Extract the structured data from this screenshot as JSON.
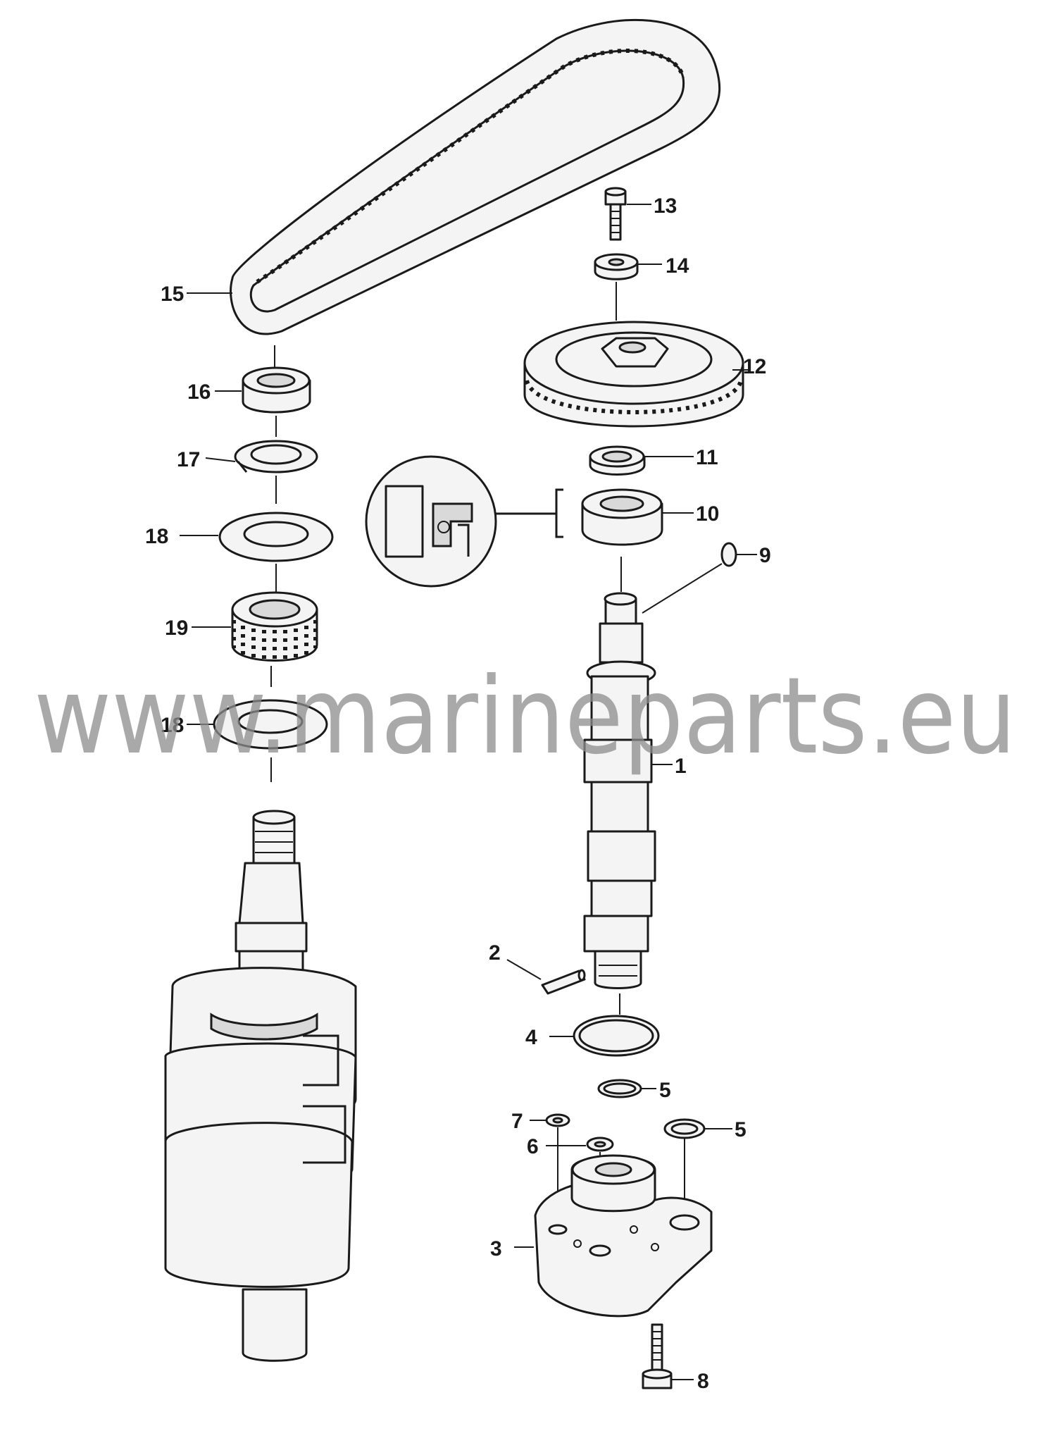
{
  "watermark": "www.marineparts.eu",
  "callouts": {
    "c1": "1",
    "c2": "2",
    "c3": "3",
    "c4": "4",
    "c5a": "5",
    "c5b": "5",
    "c6": "6",
    "c7": "7",
    "c8": "8",
    "c9": "9",
    "c10": "10",
    "c11": "11",
    "c12": "12",
    "c13": "13",
    "c14": "14",
    "c15": "15",
    "c16": "16",
    "c17": "17",
    "c18a": "18",
    "c18b": "18",
    "c19": "19"
  }
}
